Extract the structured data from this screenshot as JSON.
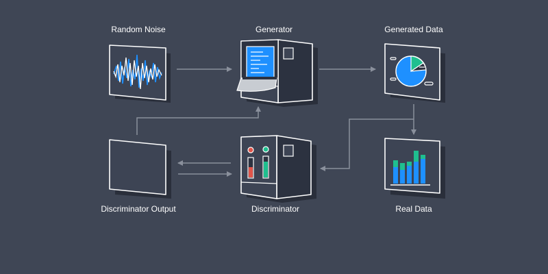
{
  "nodes": {
    "random_noise": "Random Noise",
    "generator": "Generator",
    "generated_data": "Generated Data",
    "discriminator_output": "Discriminator Output",
    "discriminator": "Discriminator",
    "real_data": "Real Data"
  },
  "colors": {
    "background": "#3f4655",
    "panel_face": "#3d4454",
    "panel_side": "#2c3240",
    "outline": "#ffffff",
    "shadow": "#2a2f3b",
    "arrow": "#8a909c",
    "accent_blue": "#1e90ff",
    "accent_green": "#1fbf8f",
    "accent_red": "#e0554a"
  },
  "icons": {
    "random_noise": "waveform-icon",
    "generator": "printer-machine-icon",
    "generated_data": "pie-chart-icon",
    "discriminator_output": "blank-panel-icon",
    "discriminator": "gauge-machine-icon",
    "real_data": "bar-chart-icon"
  }
}
